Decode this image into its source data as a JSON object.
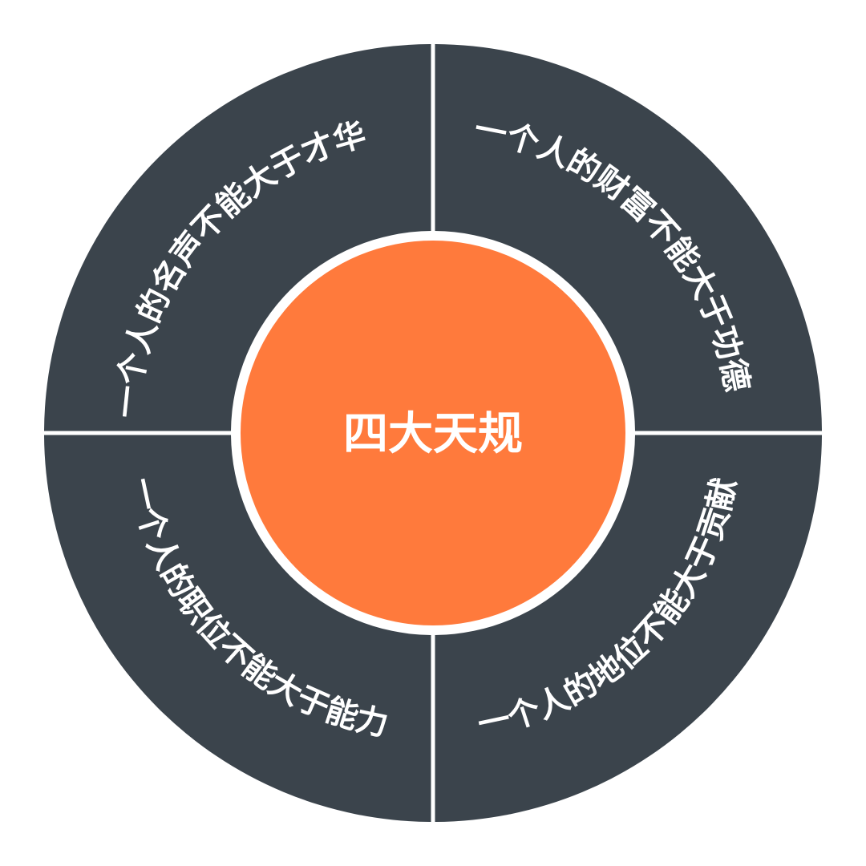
{
  "diagram": {
    "type": "circular-quadrant",
    "center": {
      "label": "四大天规"
    },
    "segments": [
      {
        "position": "top-left",
        "text": "一个人的名声不能大于才华"
      },
      {
        "position": "top-right",
        "text": "一个人的财富不能大于功德"
      },
      {
        "position": "bottom-left",
        "text": "一个人的职位不能大于能力"
      },
      {
        "position": "bottom-right",
        "text": "一个人的地位不能大于贡献"
      }
    ],
    "colors": {
      "segment": "#3B444C",
      "center": "#FF7A3C",
      "text": "#FFFFFF",
      "background": "#FFFFFF"
    }
  }
}
